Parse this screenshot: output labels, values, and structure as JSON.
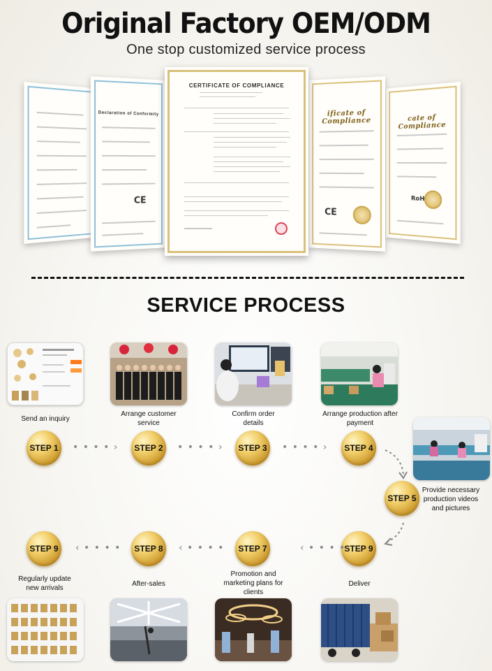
{
  "header": {
    "title": "Original Factory OEM/ODM",
    "subtitle": "One stop customized service process"
  },
  "certificates": {
    "center_title": "CERTIFICATE OF COMPLIANCE",
    "left_title": "Declaration of Conformity",
    "right_title": "ificate of Compliance",
    "far_right_title": "cate of Compliance",
    "ce_mark": "CE",
    "rohs_mark": "RoHS"
  },
  "section": {
    "title": "SERVICE PROCESS"
  },
  "steps": [
    {
      "badge": "STEP 1",
      "label": "Send an inquiry"
    },
    {
      "badge": "STEP 2",
      "label": "Arrange customer service"
    },
    {
      "badge": "STEP 3",
      "label": "Confirm order details"
    },
    {
      "badge": "STEP 4",
      "label": "Arrange production after payment"
    },
    {
      "badge": "STEP 5",
      "label": "Provide necessary production videos and pictures"
    },
    {
      "badge": "STEP 9",
      "label": "Deliver"
    },
    {
      "badge": "STEP 7",
      "label": "Promotion and marketing plans for clients"
    },
    {
      "badge": "STEP 8",
      "label": "After-sales"
    },
    {
      "badge": "STEP 9",
      "label": "Regularly update new arrivals"
    }
  ],
  "arrows": {
    "right": "• • • • ›",
    "left": "‹ • • • •"
  },
  "colors": {
    "gold": "#d9ad3f",
    "text": "#111111"
  }
}
